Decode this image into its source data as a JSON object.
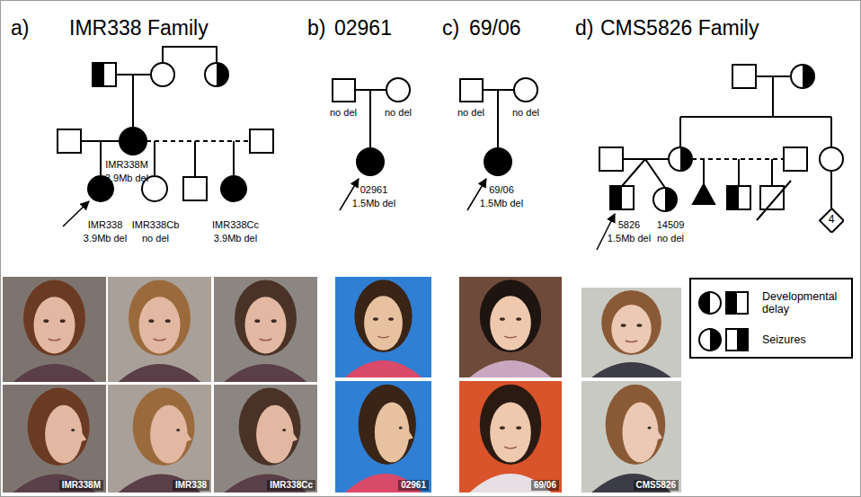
{
  "diagram": {
    "nodes": [
      {
        "text": [
          "4"
        ]
      }
    ],
    "labels": [
      "a)",
      "IMR338 Family",
      "b)",
      "02961",
      "c)",
      "69/06",
      "d)",
      "CMS5826 Family",
      "IMR338M",
      "3.9Mb del",
      "IMR338",
      "3.9Mb del",
      "IMR338Cb",
      "no del",
      "IMR338Cc",
      "3.9Mb del",
      "no del",
      "no del",
      "02961",
      "1.5Mb del",
      "no del",
      "no del",
      "69/06",
      "1.5Mb del",
      "5826",
      "1.5Mb del",
      "14509",
      "no del",
      "IMR338M",
      "IMR338",
      "IMR338Cc",
      "02961",
      "69/06",
      "CMS5826"
    ],
    "legend": [
      {
        "text": "Developmental delay"
      },
      {
        "text": "Seizures"
      }
    ]
  }
}
